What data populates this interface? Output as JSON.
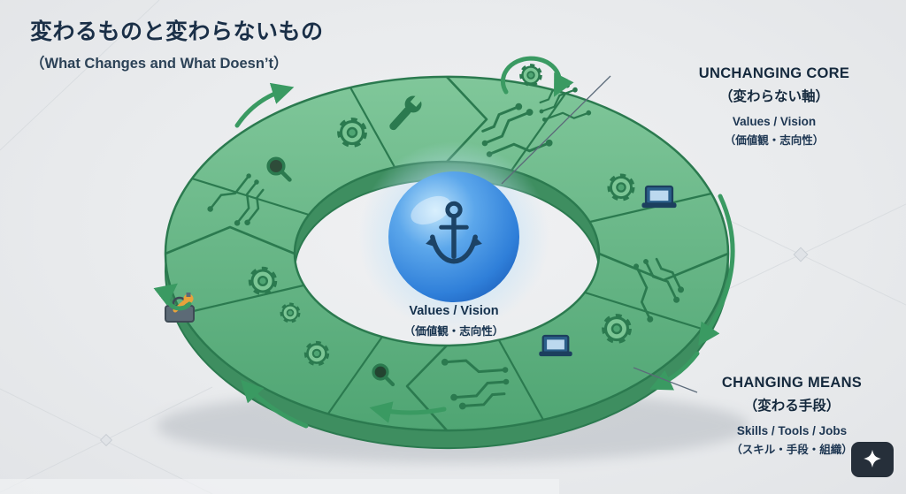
{
  "title": {
    "main": "変わるものと変わらないもの",
    "sub": "（What Changes and What Doesn’t）"
  },
  "center_label": {
    "en": "Values / Vision",
    "ja": "（価値観・志向性）"
  },
  "annotations": {
    "unchanging_core": {
      "title_en": "UNCHANGING CORE",
      "title_ja": "（変わらない軸）",
      "desc_en": "Values / Vision",
      "desc_ja": "（価値観・志向性）"
    },
    "changing_means": {
      "title_en": "CHANGING MEANS",
      "title_ja": "（変わる手段）",
      "desc_en": "Skills / Tools / Jobs",
      "desc_ja": "（スキル・手段・組織）"
    }
  },
  "icons": [
    "anchor-icon",
    "gear-icon",
    "wrench-icon",
    "magnifier-icon",
    "laptop-icon",
    "circuit-trace-icon",
    "toolbox-icon",
    "cycle-arrow-icon",
    "sparkle-icon"
  ],
  "colors": {
    "background": "#e9ebed",
    "ring_green": "#5fb082",
    "ring_outline": "#2b7a4f",
    "ring_side": "#3e8e60",
    "arrow_green": "#3a9a62",
    "sphere_blue": "#2f7fd9",
    "anchor_navy": "#1c4366",
    "text_navy": "#1a2f47",
    "accent_orange": "#e8a23c",
    "badge_dark": "#262f3a"
  }
}
